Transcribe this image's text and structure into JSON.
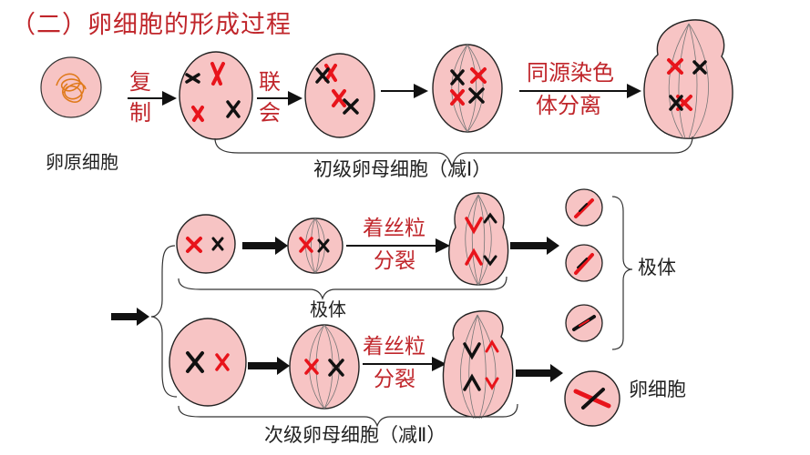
{
  "title": "（二）卵细胞的形成过程",
  "labels": {
    "oogonium": "卵原细胞",
    "replication_1": "复",
    "replication_2": "制",
    "synapsis_1": "联",
    "synapsis_2": "会",
    "homolog_sep_1": "同源染色",
    "homolog_sep_2": "体分离",
    "primary_oocyte": "初级卵母细胞（减Ⅰ）",
    "centromere_split_top_1": "着丝粒",
    "centromere_split_top_2": "分裂",
    "centromere_split_bottom_1": "着丝粒",
    "centromere_split_bottom_2": "分裂",
    "polar_body_mid": "极体",
    "polar_body_right": "极体",
    "egg_cell": "卵细胞",
    "secondary_oocyte": "次级卵母细胞（减Ⅱ）"
  },
  "colors": {
    "title": "#c0262b",
    "label_red": "#c0262b",
    "cell_fill": "#f7c4c4",
    "cell_stroke": "#222222",
    "chromosome_red": "#e8141b",
    "chromosome_black": "#111111"
  }
}
